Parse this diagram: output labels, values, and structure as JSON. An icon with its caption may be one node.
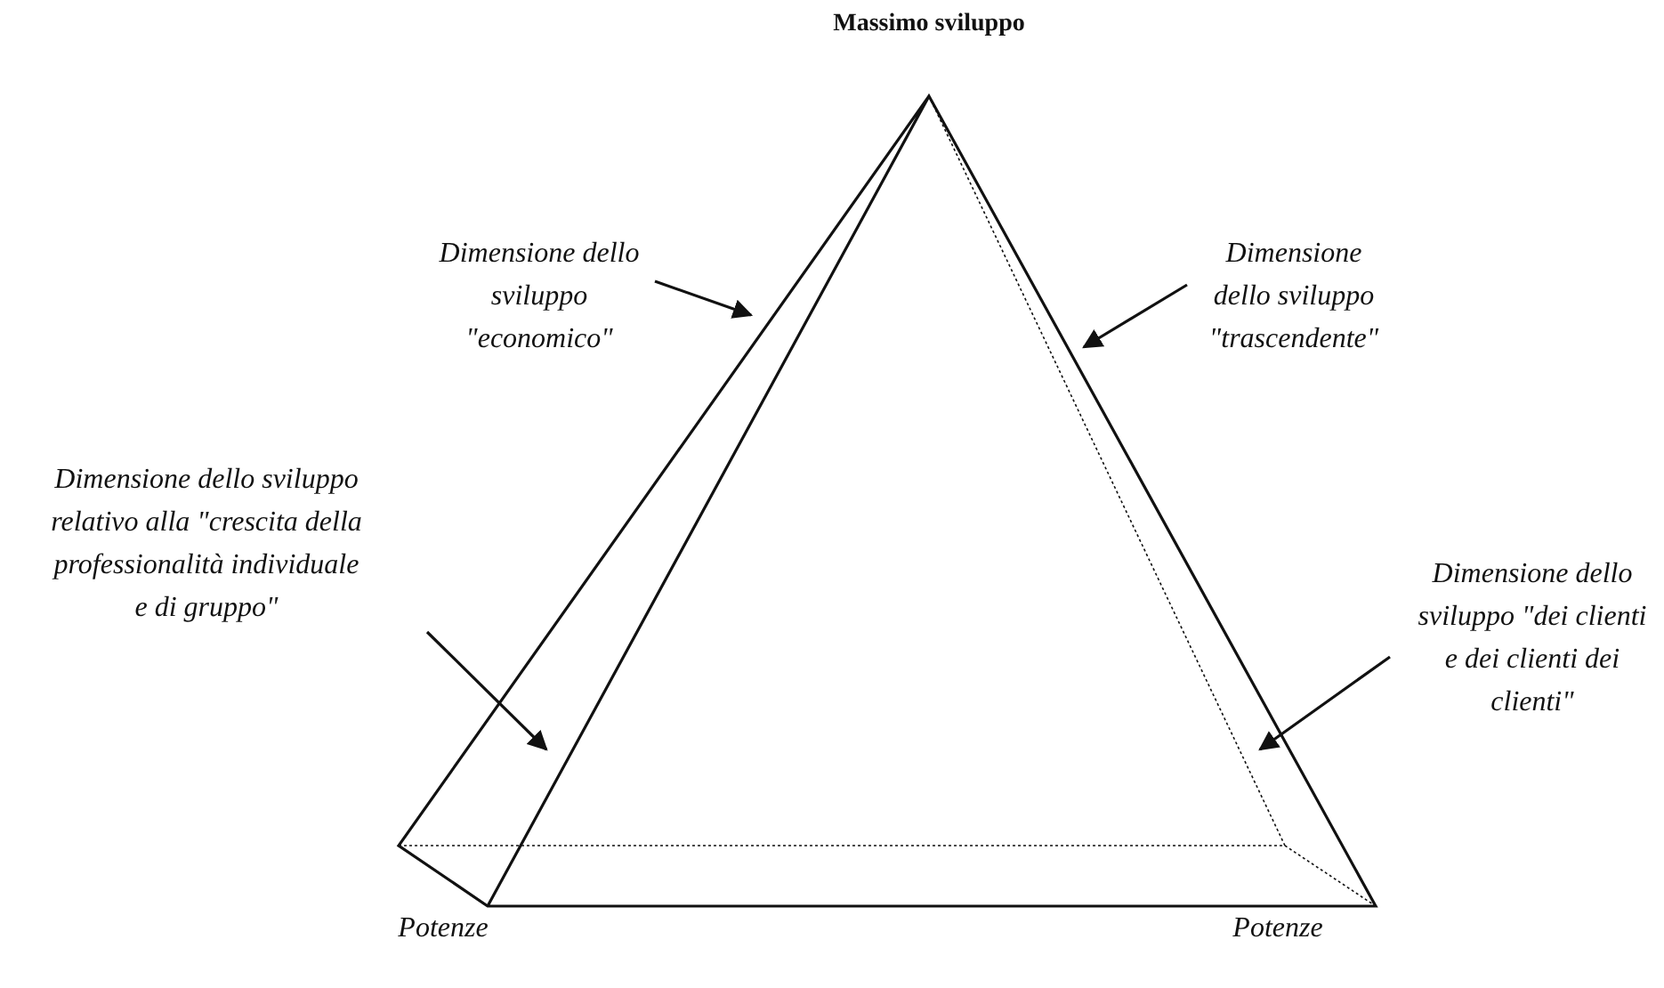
{
  "diagram": {
    "title": "Massimo sviluppo",
    "nodes": [
      {
        "text": [
          "Dimensione dello sviluppo \"economico\""
        ]
      },
      {
        "text": [
          "Dimensione dello sviluppo \"trascendente\""
        ]
      },
      {
        "text": [
          "Dimensione dello sviluppo relativo alla \"crescita della professionalità individuale e di gruppo\""
        ]
      },
      {
        "text": [
          "Dimensione dello sviluppo \"dei clienti e dei clienti dei clienti\""
        ]
      }
    ],
    "edges": [
      {
        "from": 0,
        "to": null,
        "arrow": "to"
      },
      {
        "from": 1,
        "to": null,
        "arrow": "to"
      },
      {
        "from": 2,
        "to": null,
        "arrow": "to"
      },
      {
        "from": 3,
        "to": null,
        "arrow": "to"
      }
    ],
    "labels": [
      "Potenze",
      "Potenze"
    ]
  }
}
